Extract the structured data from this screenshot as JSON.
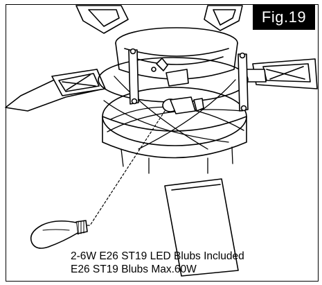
{
  "figure": {
    "label": "Fig.19"
  },
  "caption": {
    "line1": "2-6W E26 ST19 LED Blubs Included",
    "line2": "E26 ST19 Blubs Max.60W"
  },
  "icons": {
    "fan": "ceiling-fan-light-kit-icon",
    "bulb": "edison-bulb-icon"
  }
}
